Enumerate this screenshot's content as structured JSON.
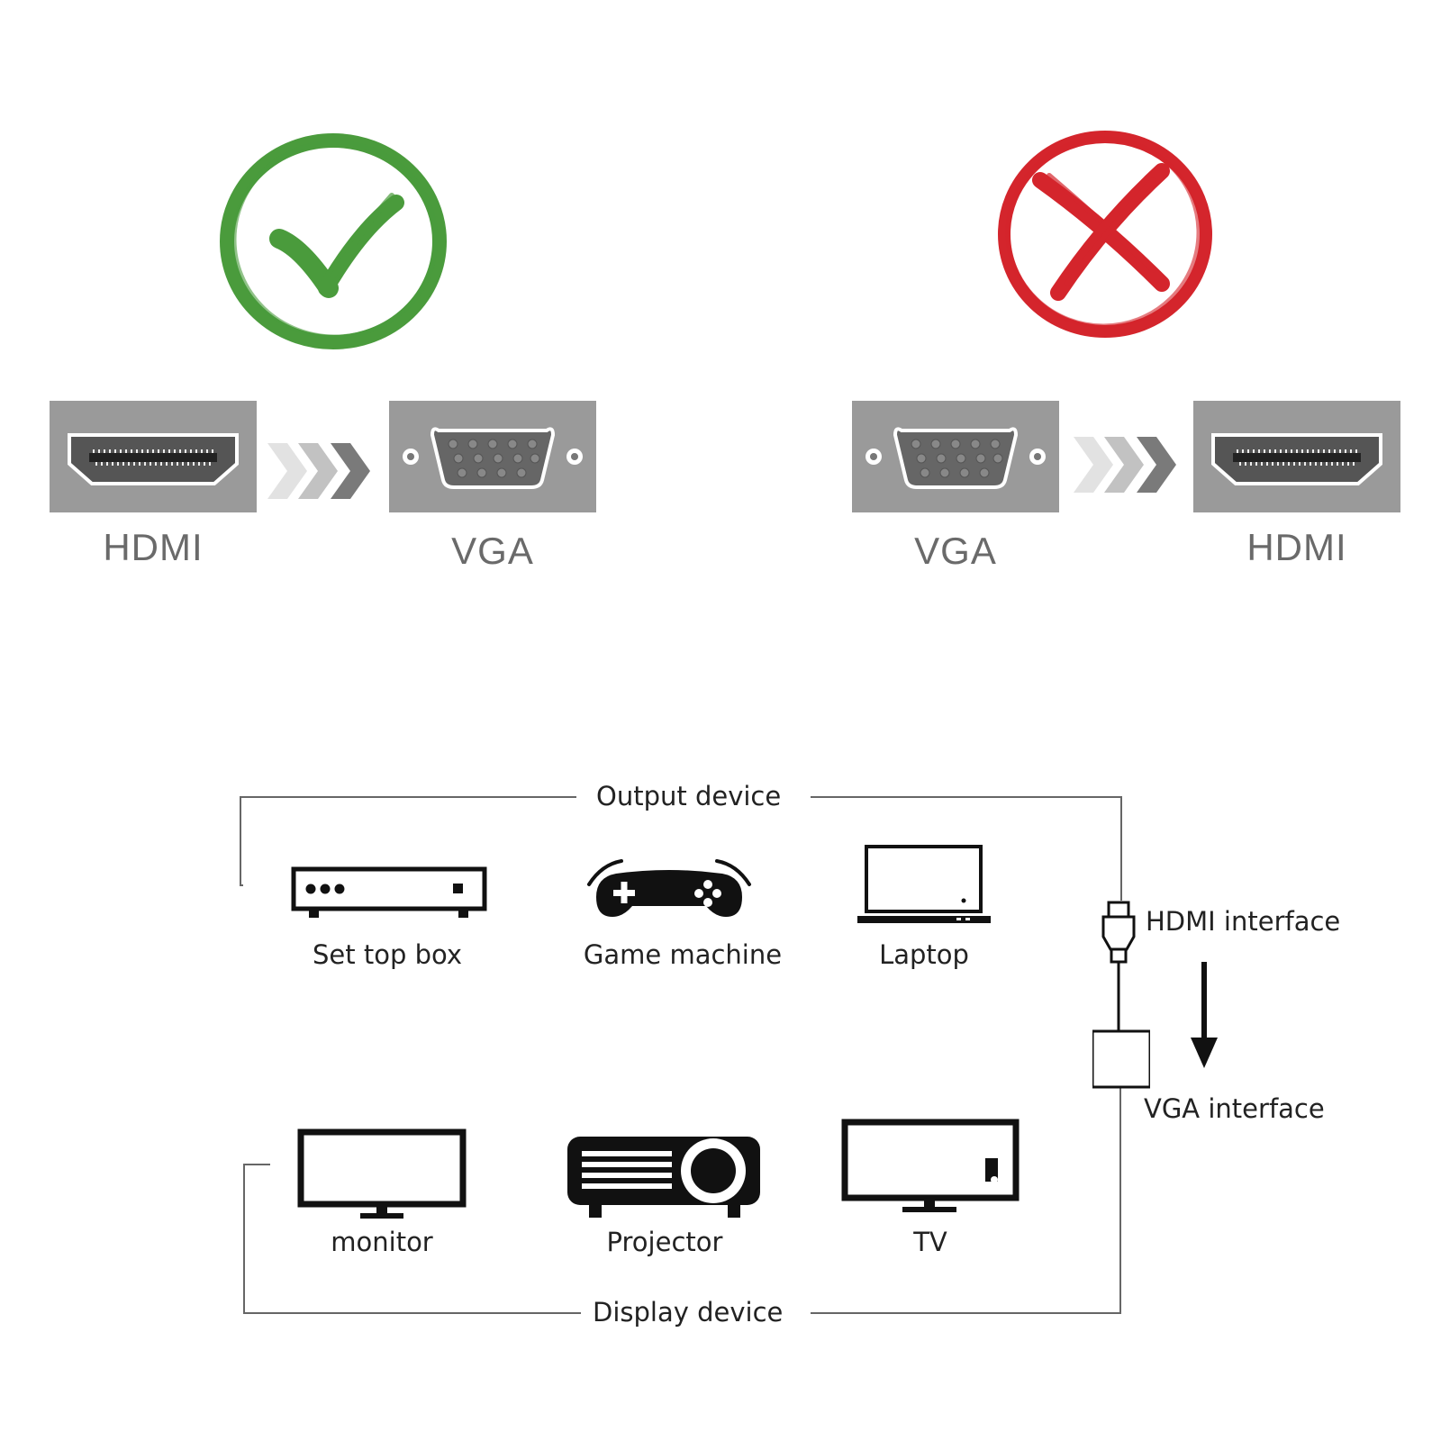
{
  "correct": {
    "from_label": "HDMI",
    "to_label": "VGA",
    "badge_color": "#4a9b3c",
    "badge_icon": "check-icon"
  },
  "incorrect": {
    "from_label": "VGA",
    "to_label": "HDMI",
    "badge_color": "#d4252c",
    "badge_icon": "cross-icon"
  },
  "diagram": {
    "output_title": "Output device",
    "display_title": "Display device",
    "hdmi_interface": "HDMI interface",
    "vga_interface": "VGA interface",
    "output_devices": [
      {
        "label": "Set top box",
        "icon": "set-top-box-icon"
      },
      {
        "label": "Game machine",
        "icon": "gamepad-icon"
      },
      {
        "label": "Laptop",
        "icon": "laptop-icon"
      }
    ],
    "display_devices": [
      {
        "label": "monitor",
        "icon": "monitor-icon"
      },
      {
        "label": "Projector",
        "icon": "projector-icon"
      },
      {
        "label": "TV",
        "icon": "tv-icon"
      }
    ]
  }
}
